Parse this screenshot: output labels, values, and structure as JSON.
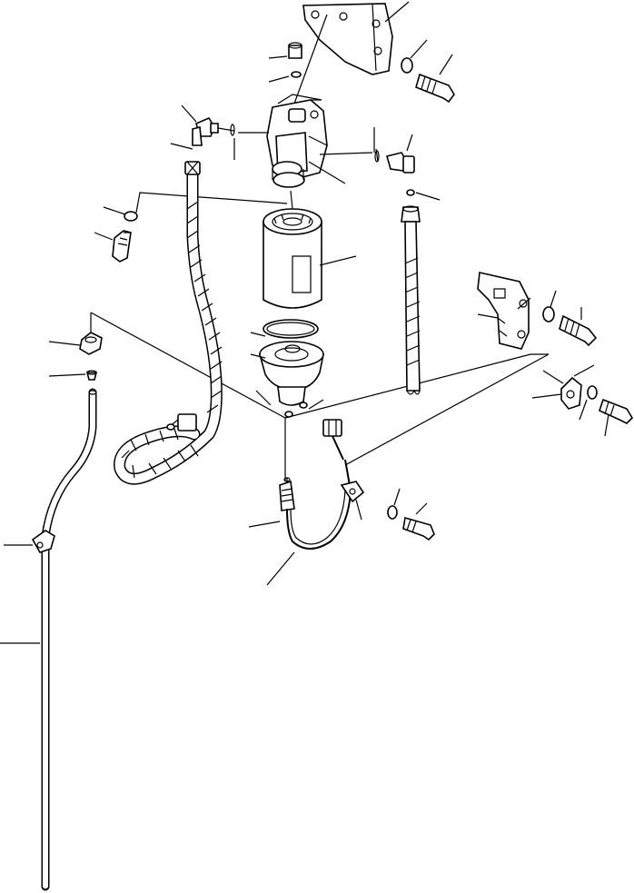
{
  "diagram": {
    "type": "exploded-parts-view",
    "callout_labels": [],
    "parts": [
      "mounting-bracket-upper",
      "filter-head",
      "fuel-filter-cartridge",
      "filter-seal-ring",
      "water-separator-bowl",
      "drain-valve",
      "water-sensor-harness",
      "fuel-hose-spiral-wrapped",
      "fuel-hose-right",
      "mounting-bracket-right",
      "breather-tube",
      "elbow-fittings",
      "bolts-and-washers"
    ]
  }
}
